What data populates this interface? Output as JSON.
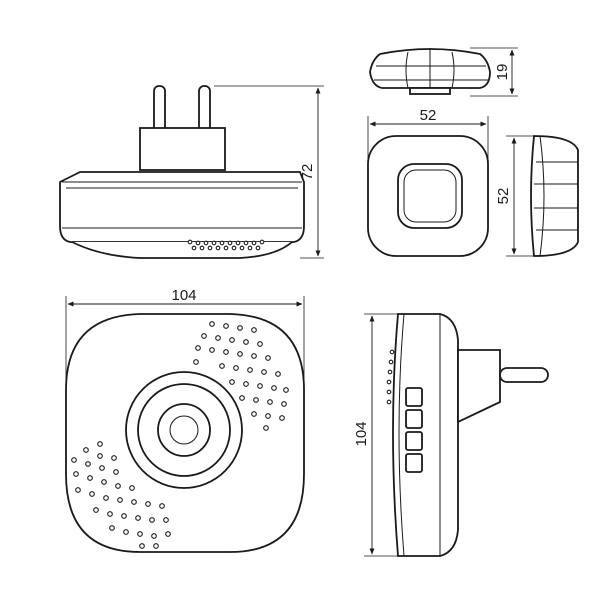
{
  "dimensions": {
    "plug_height": "72",
    "top_depth": "19",
    "top_width": "52",
    "side_width": "52",
    "front_width": "104",
    "side_height": "104"
  },
  "colors": {
    "line": "#1a1a1a",
    "background": "#ffffff"
  }
}
